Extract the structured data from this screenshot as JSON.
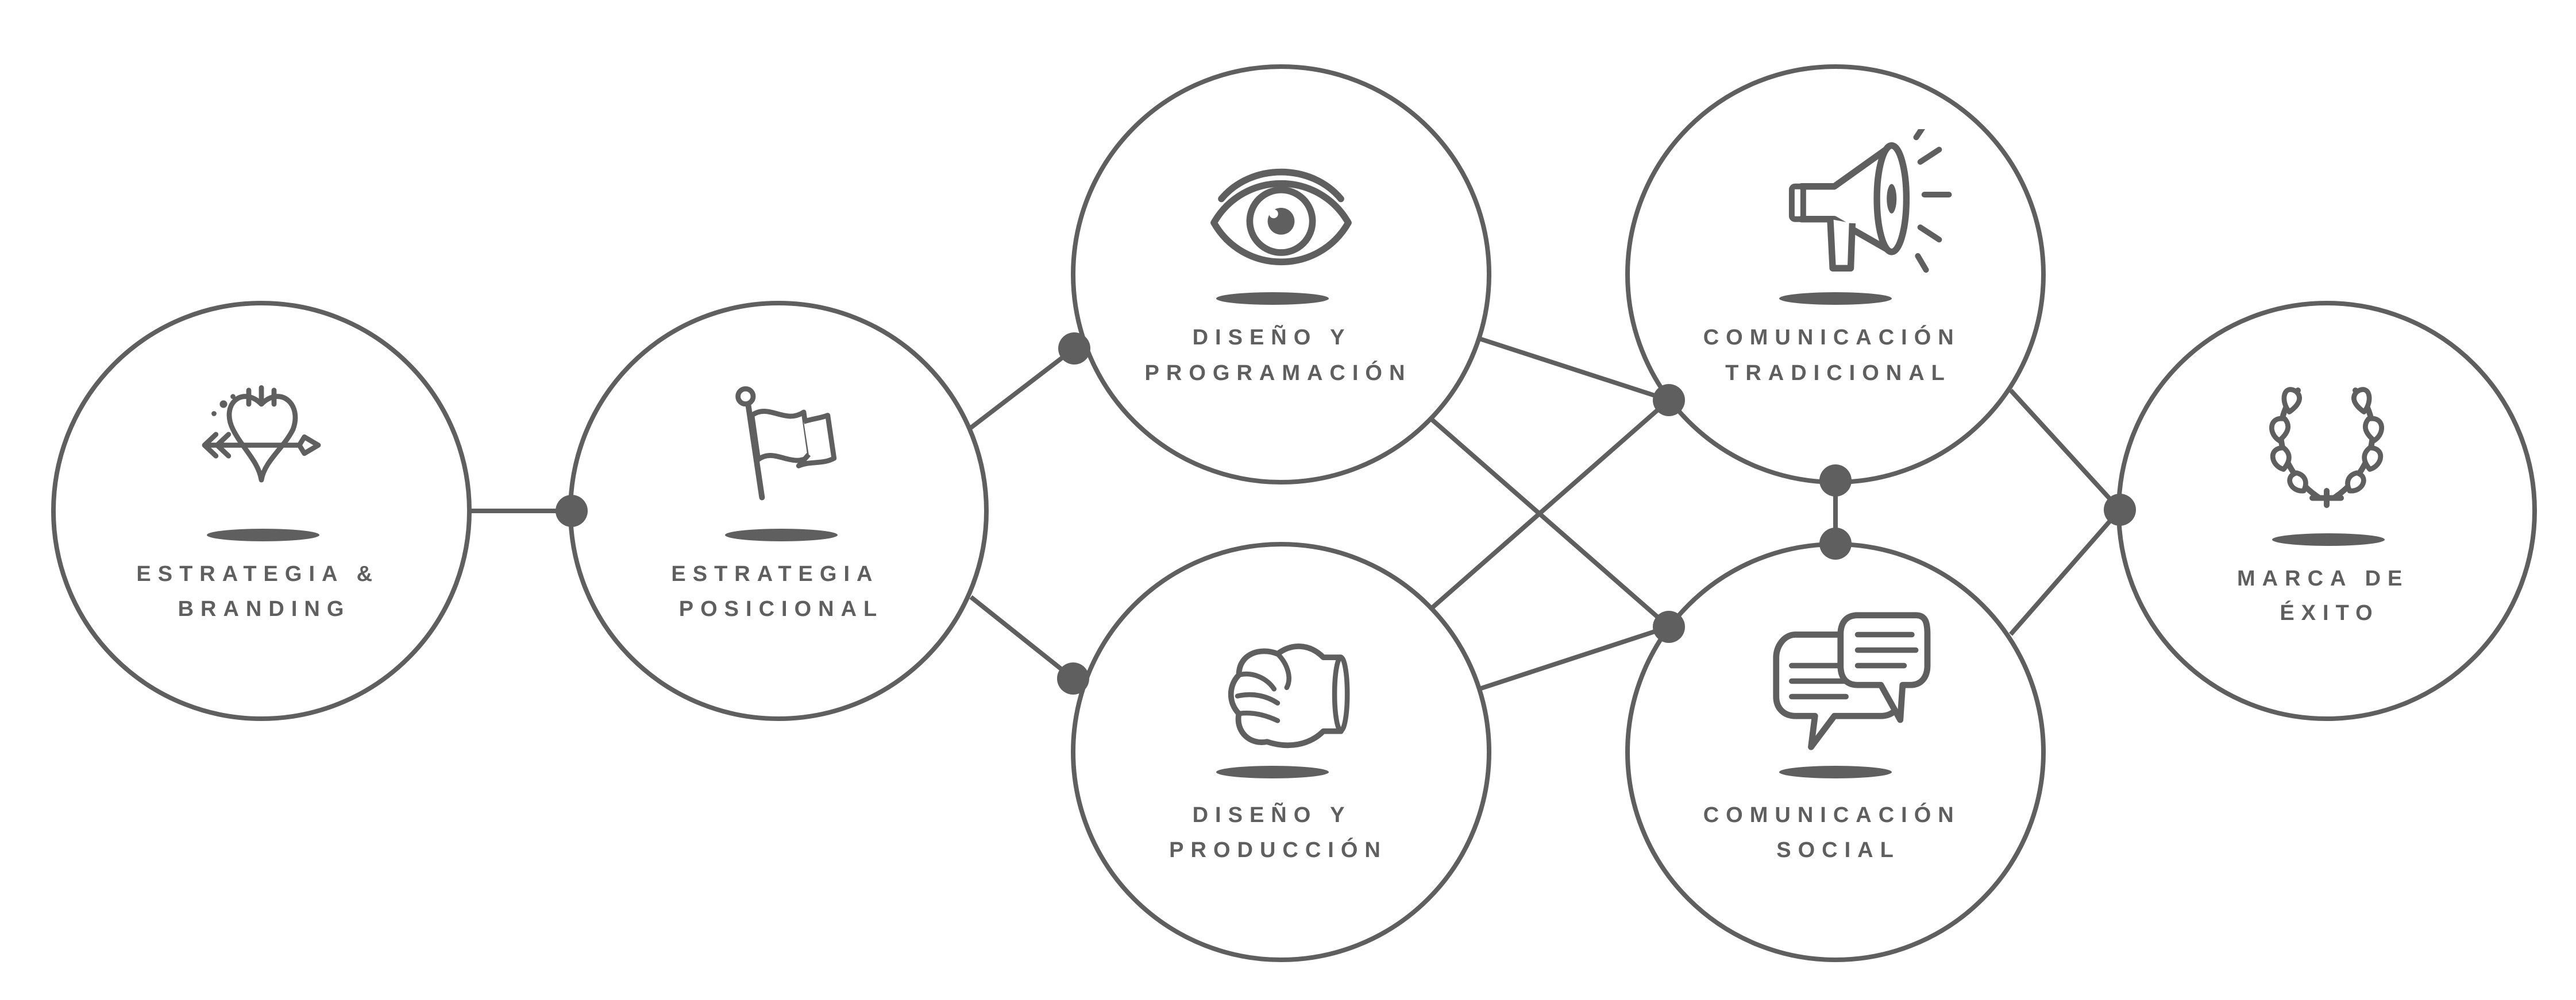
{
  "colors": {
    "stroke": "#5f5f5f",
    "background": "#ffffff"
  },
  "nodes": [
    {
      "id": "estrategia-branding",
      "icon": "heart-arrow-icon",
      "label": [
        "ESTRATEGIA &",
        "BRANDING"
      ]
    },
    {
      "id": "estrategia-posicional",
      "icon": "flag-icon",
      "label": [
        "ESTRATEGIA",
        "POSICIONAL"
      ]
    },
    {
      "id": "diseno-programacion",
      "icon": "eye-icon",
      "label": [
        "DISEÑO Y",
        "PROGRAMACIÓN"
      ]
    },
    {
      "id": "diseno-produccion",
      "icon": "fist-icon",
      "label": [
        "DISEÑO Y",
        "PRODUCCIÓN"
      ]
    },
    {
      "id": "comunicacion-tradicional",
      "icon": "megaphone-icon",
      "label": [
        "COMUNICACIÓN",
        "TRADICIONAL"
      ]
    },
    {
      "id": "comunicacion-social",
      "icon": "speech-bubbles-icon",
      "label": [
        "COMUNICACIÓN",
        "SOCIAL"
      ]
    },
    {
      "id": "marca-exito",
      "icon": "laurel-wreath-icon",
      "label": [
        "MARCA DE",
        "ÉXITO"
      ]
    }
  ]
}
